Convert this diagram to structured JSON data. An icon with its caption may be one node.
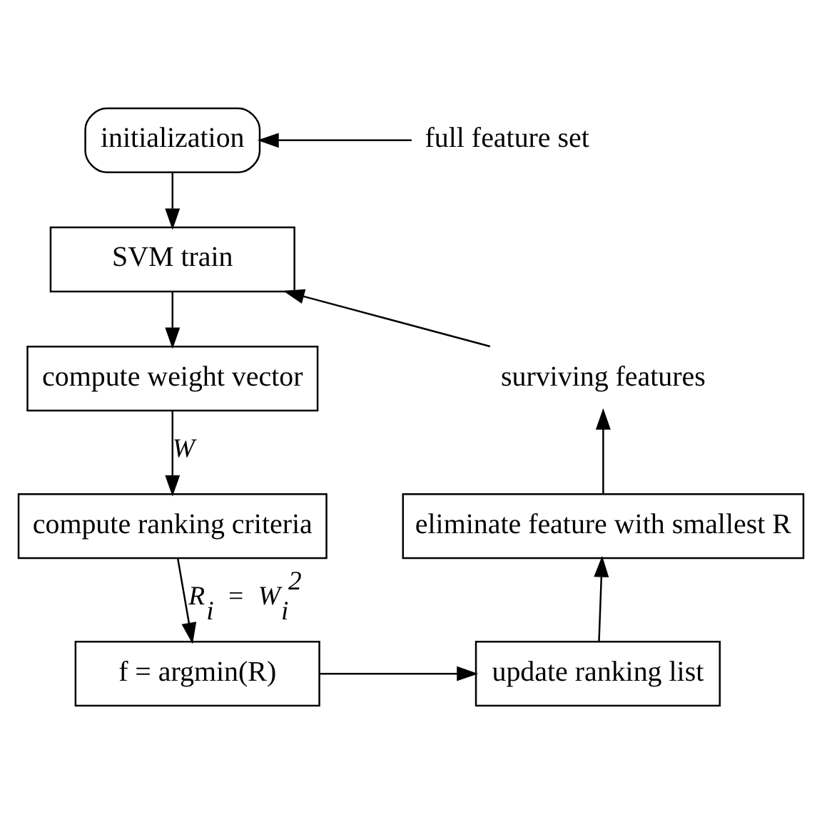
{
  "diagram": {
    "nodes": [
      {
        "text": [
          "initialization"
        ]
      },
      {
        "text": [
          "full feature set"
        ]
      },
      {
        "text": [
          "SVM train"
        ]
      },
      {
        "text": [
          "compute weight vector"
        ]
      },
      {
        "text": [
          "compute ranking criteria"
        ]
      },
      {
        "text": [
          "f = argmin(R)"
        ]
      },
      {
        "text": [
          "update ranking list"
        ]
      },
      {
        "text": [
          "eliminate feature with smallest R"
        ]
      },
      {
        "text": [
          "surviving features"
        ]
      }
    ],
    "edges": [
      {
        "from": 1,
        "to": 0,
        "arrow": "to"
      },
      {
        "from": 0,
        "to": 2,
        "arrow": "to"
      },
      {
        "from": 2,
        "to": 3,
        "arrow": "to"
      },
      {
        "from": 3,
        "to": 4,
        "arrow": "to",
        "label": "W"
      },
      {
        "from": 4,
        "to": 5,
        "arrow": "to",
        "label": "R$_{i}$ = W$_{i}$$^{2}$"
      },
      {
        "from": 5,
        "to": 6,
        "arrow": "to"
      },
      {
        "from": 6,
        "to": 7,
        "arrow": "to"
      },
      {
        "from": 7,
        "to": 8,
        "arrow": "to"
      },
      {
        "from": 8,
        "to": 2,
        "arrow": "to"
      }
    ]
  }
}
